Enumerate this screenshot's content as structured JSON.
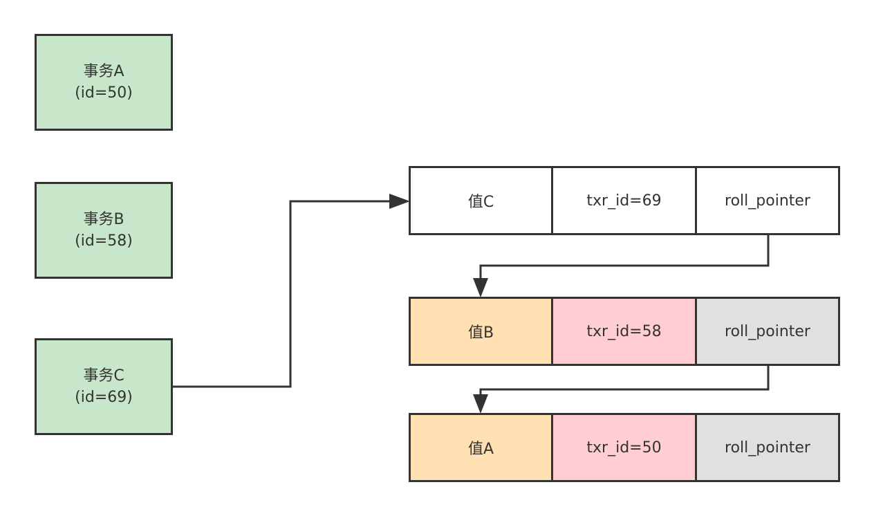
{
  "transactions": [
    {
      "name": "事务A",
      "id_label": "(id=50)"
    },
    {
      "name": "事务B",
      "id_label": "(id=58)"
    },
    {
      "name": "事务C",
      "id_label": "(id=69)"
    }
  ],
  "version_chain": [
    {
      "value": "值C",
      "txr_id": "txr_id=69",
      "pointer": "roll_pointer"
    },
    {
      "value": "值B",
      "txr_id": "txr_id=58",
      "pointer": "roll_pointer"
    },
    {
      "value": "值A",
      "txr_id": "txr_id=50",
      "pointer": "roll_pointer"
    }
  ],
  "colors": {
    "transaction_fill": "#c8e6c9",
    "value_fill": "#ffe0b2",
    "txr_id_fill": "#ffcdd2",
    "roll_pointer_fill": "#e0e0e0",
    "stroke": "#333333"
  }
}
